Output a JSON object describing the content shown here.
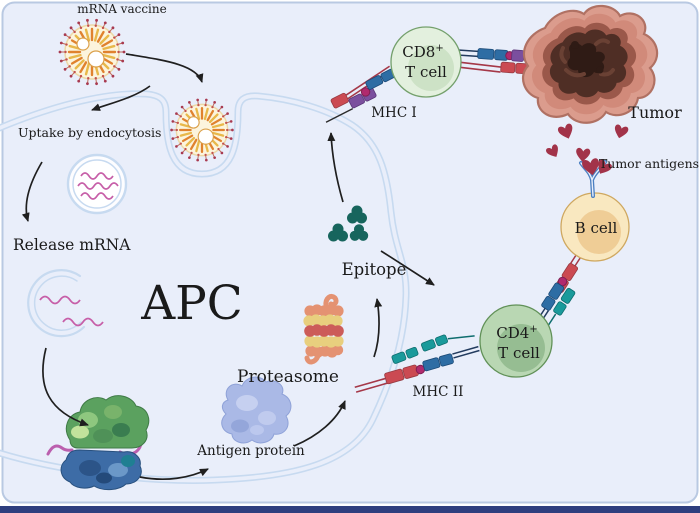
{
  "diagram": {
    "apc_label": "APC",
    "vaccine_label": "mRNA vaccine",
    "uptake_label": "Uptake by endocytosis",
    "release_label": "Release mRNA",
    "epitope_label": "Epitope",
    "proteasome_label": "Proteasome",
    "antigen_protein_label": "Antigen protein",
    "mhc1_label": "MHC I",
    "mhc2_label": "MHC II",
    "cd8_label": "CD8",
    "cd4_label": "CD4",
    "sup_plus": "+",
    "t_cell_label": "T cell",
    "b_cell_label": "B cell",
    "tumor_label": "Tumor",
    "tumor_antigens_label": "Tumor antigens"
  },
  "colors": {
    "background": "#e9eefa",
    "border": "#b9c9e2",
    "membrane": "#c7daf0",
    "mrna_pink": "#c75fa8",
    "vaccine_orange": "#e0822e",
    "epitope_teal": "#17655d",
    "proteasome_red": "#cc5c59",
    "proteasome_yellow": "#e8cf7e",
    "proteasome_salmon": "#e49272",
    "antigen_blue": "#aab9e6",
    "cd8_fill": "#e3f0de",
    "cd4_fill": "#b9d7b3",
    "bcell_fill": "#f9e8c0",
    "tumor_outer": "#db9c8d",
    "tumor_core": "#4f2e25",
    "antigen_maroon": "#a23349",
    "mhc_red": "#cb4a52",
    "mhc_purple": "#7b4f9e",
    "tcr_blue": "#2e6da4",
    "cd4_teal": "#1a9a9b",
    "peptide_magenta": "#b02a6e",
    "bottom_bar": "#2e3e7e"
  }
}
